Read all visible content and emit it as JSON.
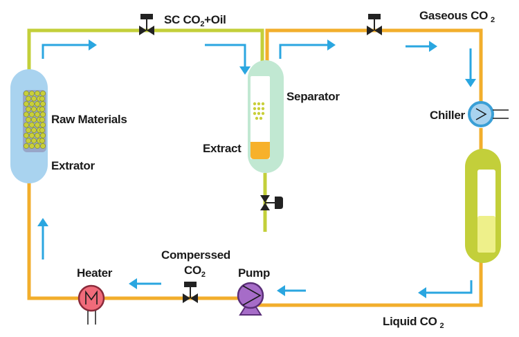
{
  "labels": {
    "sc_co2_oil": "SC CO",
    "sc_co2_oil_sub": "2",
    "sc_co2_oil_tail": "+Oil",
    "gaseous_co2": "Gaseous CO",
    "gaseous_co2_sub": "2",
    "raw_materials": "Raw Materials",
    "extrator": "Extrator",
    "separator": "Separator",
    "extract": "Extract",
    "chiller": "Chiller",
    "compressed_line1": "Comperssed",
    "compressed_co": "CO",
    "compressed_sub": "2",
    "heater": "Heater",
    "pump": "Pump",
    "liquid_co2": "Liquid CO",
    "liquid_co2_sub": "2"
  },
  "icons": {
    "valve": "valve-icon",
    "heater": "heater-icon",
    "pump": "pump-icon",
    "chiller": "chiller-icon",
    "arrow": "flow-arrow-icon"
  },
  "colors": {
    "pipe_green": "#c3cf3a",
    "pipe_orange": "#f2ae2c",
    "arrow_blue": "#2aa6e0",
    "extractor_blue": "#a9d3ef",
    "separator_mint": "#c1e8d2",
    "separator_extract": "#f7b12a",
    "tank_green": "#c3cf3a",
    "tank_fill": "#eef08a",
    "heater_red": "#f06b7a",
    "pump_purple": "#a66cc8",
    "chiller_blue": "#3a9fd6",
    "valve_black": "#222222",
    "pellet": "#c9cf3a"
  }
}
